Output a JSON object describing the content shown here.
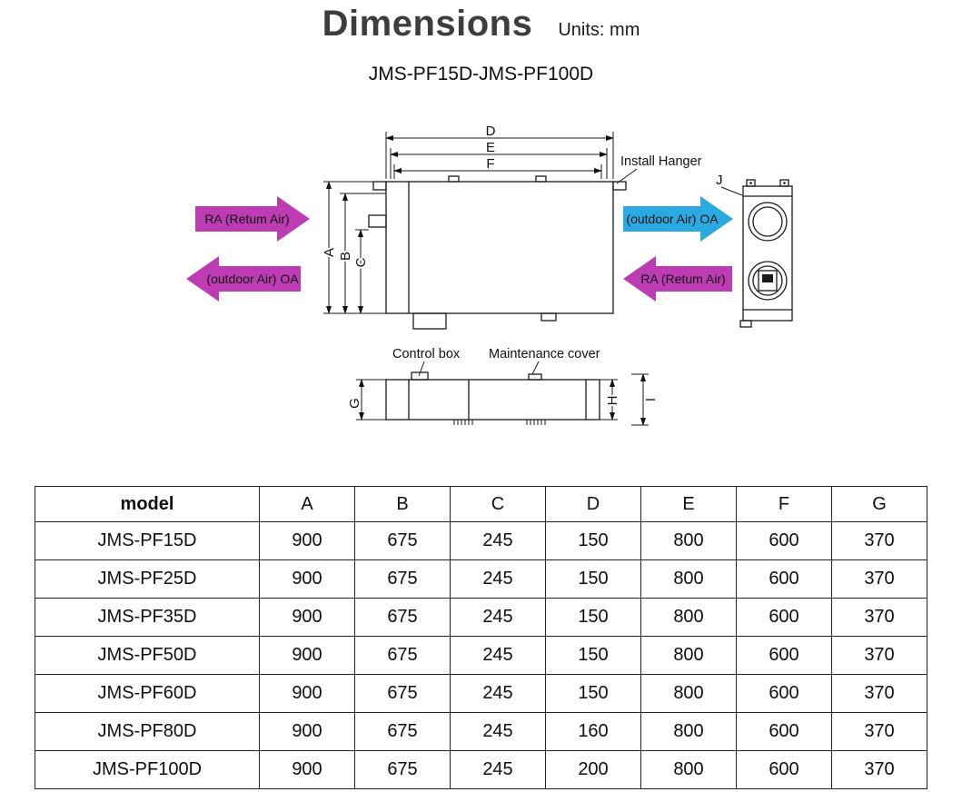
{
  "page": {
    "title": "Dimensions",
    "units_label": "Units: mm",
    "subtitle": "JMS-PF15D-JMS-PF100D"
  },
  "diagram": {
    "arrow_labels": {
      "return_air": "RA (Retum Air)",
      "outdoor_air": "(outdoor Air) OA"
    },
    "annotations": {
      "install_hanger": "Install Hanger",
      "control_box": "Control box",
      "maintenance_cover": "Maintenance cover"
    },
    "dimension_letters": {
      "a": "A",
      "b": "B",
      "c": "C",
      "d": "D",
      "e": "E",
      "f": "F",
      "g": "G",
      "h": "H",
      "i": "I",
      "j": "J"
    },
    "colors": {
      "arrow_magenta": "#bd3cb4",
      "arrow_blue": "#2ba9e1",
      "line": "#1a1a1a"
    }
  },
  "table": {
    "headers": [
      "model",
      "A",
      "B",
      "C",
      "D",
      "E",
      "F",
      "G"
    ],
    "rows": [
      {
        "model": "JMS-PF15D",
        "values": [
          "900",
          "675",
          "245",
          "150",
          "800",
          "600",
          "370"
        ]
      },
      {
        "model": "JMS-PF25D",
        "values": [
          "900",
          "675",
          "245",
          "150",
          "800",
          "600",
          "370"
        ]
      },
      {
        "model": "JMS-PF35D",
        "values": [
          "900",
          "675",
          "245",
          "150",
          "800",
          "600",
          "370"
        ]
      },
      {
        "model": "JMS-PF50D",
        "values": [
          "900",
          "675",
          "245",
          "150",
          "800",
          "600",
          "370"
        ]
      },
      {
        "model": "JMS-PF60D",
        "values": [
          "900",
          "675",
          "245",
          "150",
          "800",
          "600",
          "370"
        ]
      },
      {
        "model": "JMS-PF80D",
        "values": [
          "900",
          "675",
          "245",
          "160",
          "800",
          "600",
          "370"
        ]
      },
      {
        "model": "JMS-PF100D",
        "values": [
          "900",
          "675",
          "245",
          "200",
          "800",
          "600",
          "370"
        ]
      }
    ]
  }
}
